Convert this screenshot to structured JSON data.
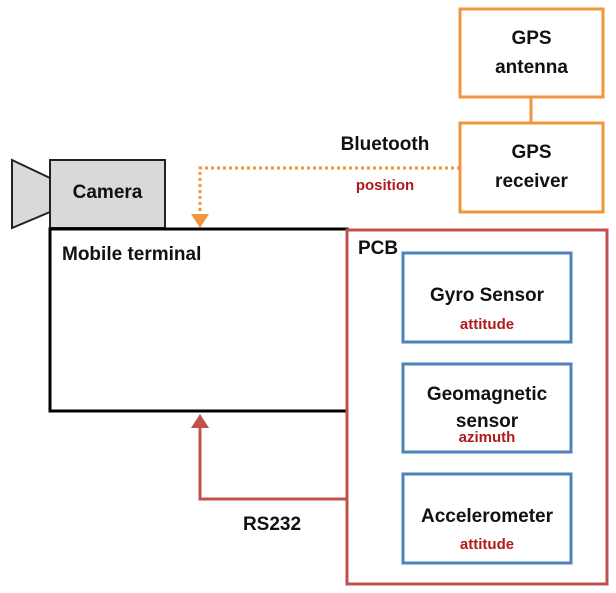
{
  "colors": {
    "gps": "#f0963c",
    "pcb": "#c0504d",
    "sensor": "#4f81bd",
    "camera_fill": "#d9d9d9",
    "annotation": "#b01a1a"
  },
  "gps_antenna": {
    "line1": "GPS",
    "line2": "antenna"
  },
  "gps_receiver": {
    "line1": "GPS",
    "line2": "receiver"
  },
  "bluetooth": {
    "label": "Bluetooth",
    "data": "position"
  },
  "camera": {
    "label": "Camera",
    "icon": "camera-icon"
  },
  "mobile_terminal": {
    "label": "Mobile terminal"
  },
  "pcb": {
    "label": "PCB"
  },
  "sensors": {
    "gyro": {
      "label": "Gyro Sensor",
      "data": "attitude"
    },
    "geomagnetic": {
      "line1": "Geomagnetic",
      "line2": "sensor",
      "data": "azimuth"
    },
    "accelerometer": {
      "label": "Accelerometer",
      "data": "attitude"
    }
  },
  "rs232": {
    "label": "RS232"
  }
}
